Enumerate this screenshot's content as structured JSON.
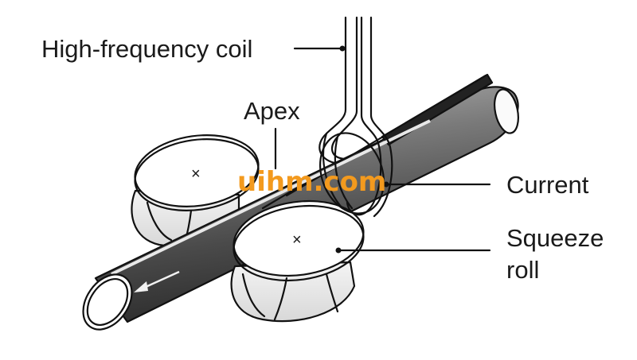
{
  "labels": {
    "coil": "High-frequency coil",
    "apex": "Apex",
    "current": "Current",
    "squeeze_line1": "Squeeze",
    "squeeze_line2": "roll"
  },
  "watermark": "uihm.com",
  "colors": {
    "ink": "#111111",
    "watermark": "#f39a1e",
    "tube_shade": "#6f6f6f",
    "background": "#ffffff"
  }
}
